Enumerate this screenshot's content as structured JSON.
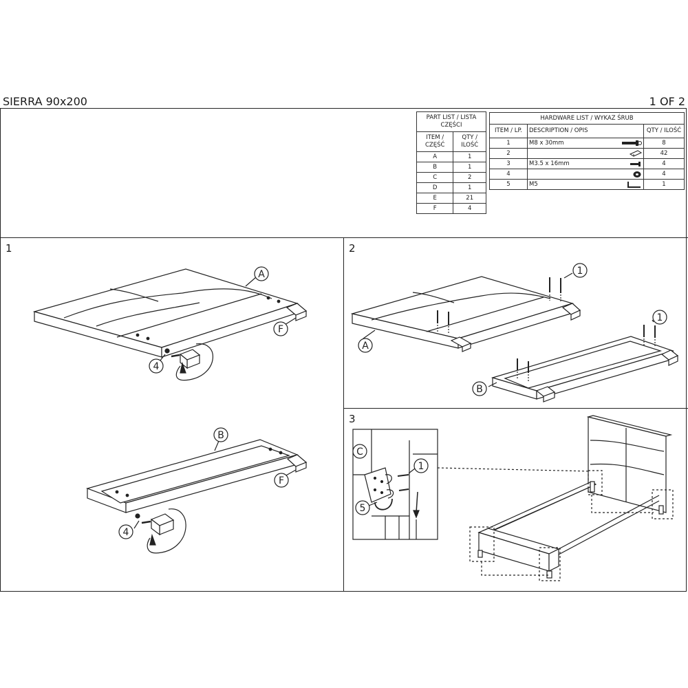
{
  "header": {
    "title": "SIERRA 90x200",
    "page": "1 OF 2"
  },
  "part_list": {
    "title": "PART LIST / LISTA CZĘŚCI",
    "col_item": "ITEM / CZĘŚĆ",
    "col_qty": "QTY / ILOŚĆ",
    "rows": [
      {
        "item": "A",
        "qty": "1"
      },
      {
        "item": "B",
        "qty": "1"
      },
      {
        "item": "C",
        "qty": "2"
      },
      {
        "item": "D",
        "qty": "1"
      },
      {
        "item": "E",
        "qty": "21"
      },
      {
        "item": "F",
        "qty": "4"
      }
    ]
  },
  "hardware_list": {
    "title": "HARDWARE LIST / WYKAZ ŚRUB",
    "col_item": "ITEM / LP.",
    "col_desc": "DESCRIPTION / OPIS",
    "col_qty": "QTY / ILOŚĆ",
    "rows": [
      {
        "item": "1",
        "desc": "M8 x 30mm",
        "icon": "bolt-icon",
        "qty": "8"
      },
      {
        "item": "2",
        "desc": "",
        "icon": "plug-icon",
        "qty": "42"
      },
      {
        "item": "3",
        "desc": "M3.5 x 16mm",
        "icon": "screw-icon",
        "qty": "4"
      },
      {
        "item": "4",
        "desc": "",
        "icon": "washer-icon",
        "qty": "4"
      },
      {
        "item": "5",
        "desc": "M5",
        "icon": "allen-key-icon",
        "qty": "1"
      }
    ]
  },
  "steps": {
    "s1": {
      "number": "1",
      "labels": {
        "A": "A",
        "F1": "F",
        "n4a": "4",
        "B": "B",
        "F2": "F",
        "n4b": "4"
      }
    },
    "s2": {
      "number": "2",
      "labels": {
        "n1a": "1",
        "A": "A",
        "n1b": "1",
        "B": "B"
      }
    },
    "s3": {
      "number": "3",
      "labels": {
        "C": "C",
        "n1": "1",
        "n5": "5"
      }
    }
  }
}
